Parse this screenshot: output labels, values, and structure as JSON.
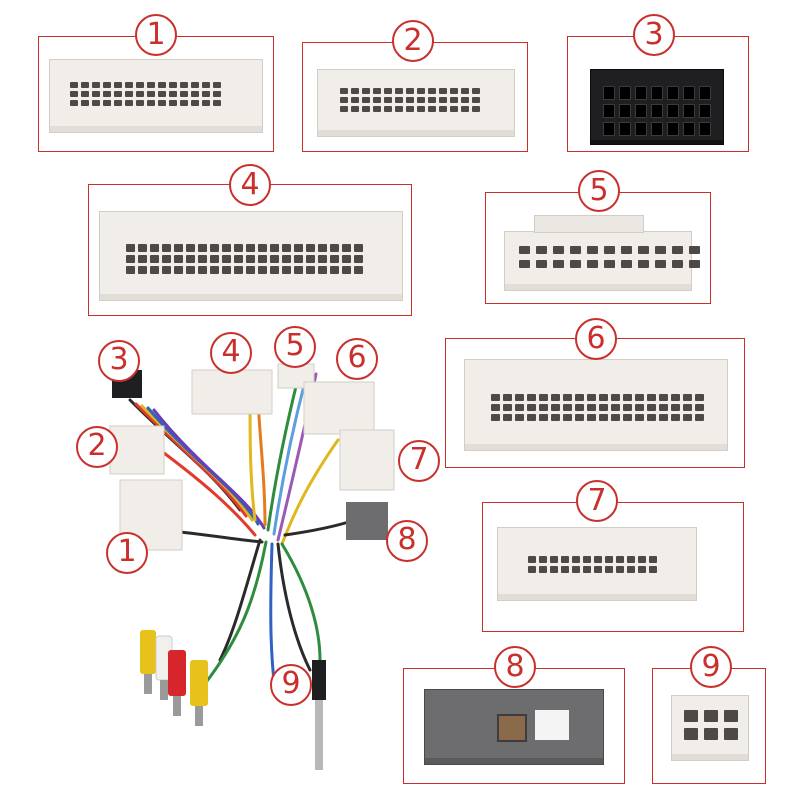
{
  "labels": {
    "n1": "1",
    "n2": "2",
    "n3": "3",
    "n4": "4",
    "n5": "5",
    "n6": "6",
    "n7": "7",
    "n8": "8",
    "n9": "9"
  },
  "colors": {
    "frame": "#c9302c",
    "connector_white": "#f1eeea",
    "connector_black": "#1f1f21",
    "connector_grey": "#6d6d70",
    "rca_red": "#d7262b",
    "rca_yellow": "#e6c21a",
    "rca_white": "#f2f0ea"
  }
}
